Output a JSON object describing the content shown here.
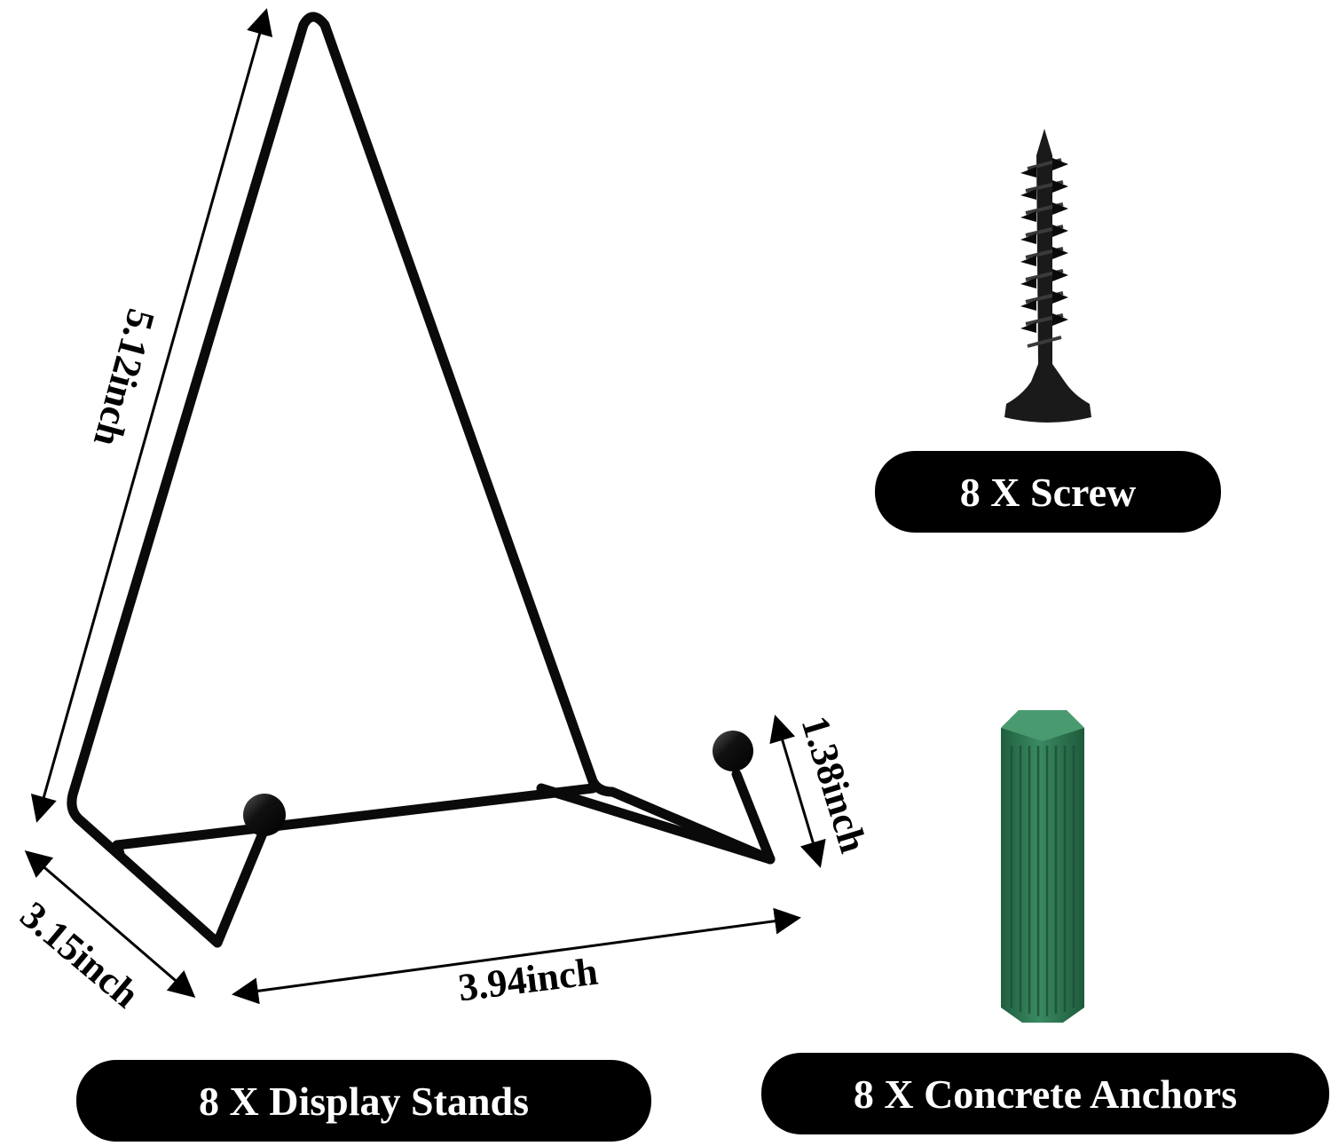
{
  "labels": {
    "screw": "8 X Screw",
    "anchors": "8 X Concrete Anchors",
    "stands": "8 X Display Stands"
  },
  "dimensions": {
    "height": "5.12inch",
    "depth": "3.15inch",
    "width": "3.94inch",
    "lip": "1.38inch"
  },
  "colors": {
    "background": "#ffffff",
    "stand": "#0a0a0a",
    "pill": "#000000",
    "pill_text": "#ffffff",
    "anchor": "#2e7d55",
    "screw": "#1a1a1a"
  }
}
